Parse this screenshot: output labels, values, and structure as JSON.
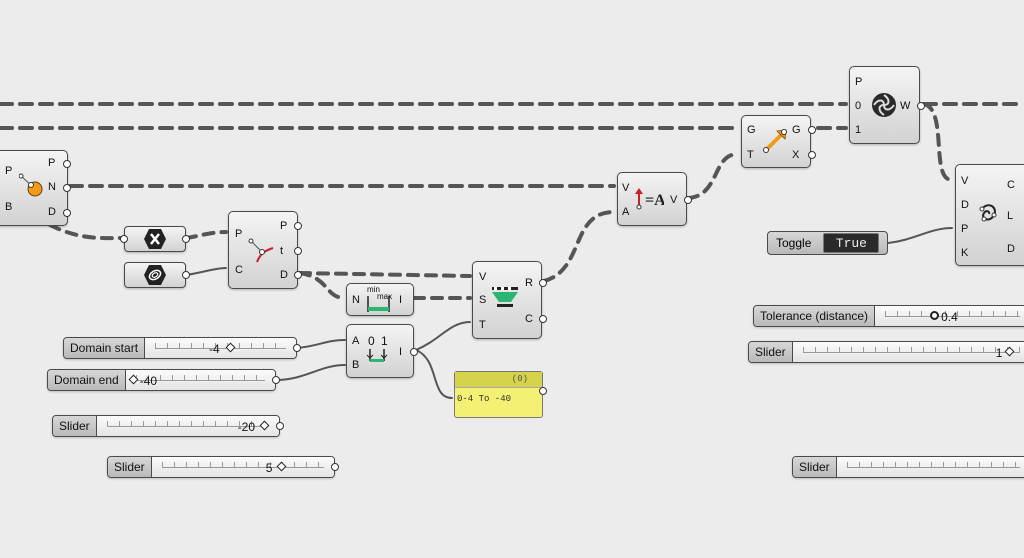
{
  "canvas": {
    "background": "#ececec"
  },
  "components": {
    "pt_on_curve": {
      "inputs": [
        "P",
        "B"
      ],
      "outputs": [
        "P",
        "N",
        "D"
      ],
      "icon": "point-on-curve-icon"
    },
    "negative": {
      "icon": "negative-icon"
    },
    "shortest_path": {
      "icon": "curve-shortest-path-icon"
    },
    "curve_closest": {
      "inputs": [
        "P",
        "C"
      ],
      "outputs": [
        "P",
        "t",
        "D"
      ],
      "icon": "curve-closest-point-icon"
    },
    "bounds": {
      "inputs": [
        "N"
      ],
      "outputs": [
        "I"
      ],
      "label_min": "min",
      "label_max": "max",
      "icon": "bounds-icon"
    },
    "construct_domain": {
      "inputs": [
        "A",
        "B"
      ],
      "outputs": [
        "I"
      ],
      "label_0": "0",
      "label_1": "1",
      "icon": "construct-domain-icon"
    },
    "remap": {
      "inputs": [
        "V",
        "S",
        "T"
      ],
      "outputs": [
        "R",
        "C"
      ],
      "icon": "remap-numbers-icon"
    },
    "amplitude": {
      "inputs": [
        "V",
        "A"
      ],
      "outputs": [
        "V"
      ],
      "icon": "amplitude-icon"
    },
    "move": {
      "inputs": [
        "G",
        "T"
      ],
      "outputs": [
        "G",
        "X"
      ],
      "icon": "move-icon"
    },
    "weave": {
      "inputs": [
        "P",
        "0",
        "1"
      ],
      "outputs": [
        "W"
      ],
      "icon": "weave-icon"
    },
    "interpolate": {
      "inputs": [
        "V",
        "D",
        "P",
        "K"
      ],
      "outputs": [
        "C",
        "L",
        "D"
      ],
      "icon": "interpolate-curve-icon"
    }
  },
  "sliders": {
    "domain_start": {
      "label": "Domain start",
      "value": "-4"
    },
    "domain_end": {
      "label": "Domain end",
      "value": "-40"
    },
    "slider_a": {
      "label": "Slider",
      "value": "-20"
    },
    "slider_b": {
      "label": "Slider",
      "value": "5"
    },
    "tolerance": {
      "label": "Tolerance (distance)",
      "value": "0.4"
    },
    "slider_r1": {
      "label": "Slider",
      "value": "1"
    },
    "slider_r2": {
      "label": "Slider",
      "value": ""
    }
  },
  "toggle": {
    "label": "Toggle",
    "value": "True"
  },
  "panel": {
    "header": "(0)",
    "text": "0-4 To -40",
    "color": "#f4f074"
  }
}
